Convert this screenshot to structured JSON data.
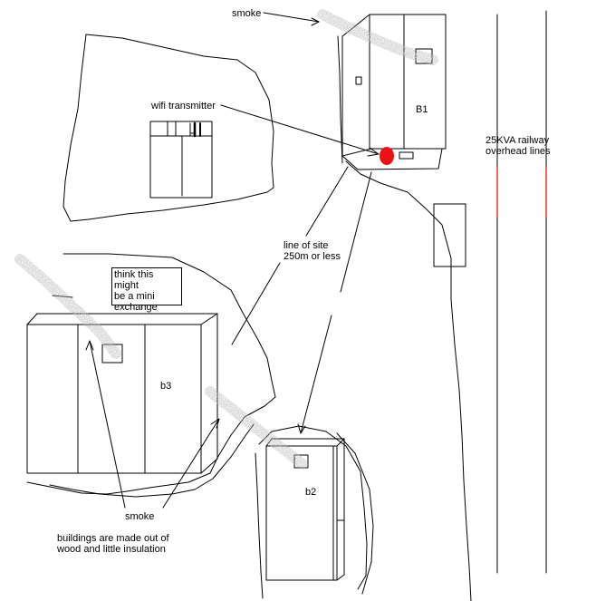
{
  "labels": {
    "smoke_top": "smoke",
    "wifi": "wifi transmitter",
    "b1": "B1",
    "b2": "b2",
    "b3": "b3",
    "railway_line1": "25KVA railway",
    "railway_line2": "overhead lines",
    "los_line1": "line of site",
    "los_line2": "250m or less",
    "exchange_line1": "think this might",
    "exchange_line2": "be a mini",
    "exchange_line3": "exchange",
    "smoke_bottom": "smoke",
    "note_line1": "buildings are made out of",
    "note_line2": "wood and little insulation"
  },
  "colors": {
    "ink": "#000000",
    "smoke": "#8a8a8a",
    "transmitter": "#ee1111",
    "rail_warning": "#ee3333"
  }
}
